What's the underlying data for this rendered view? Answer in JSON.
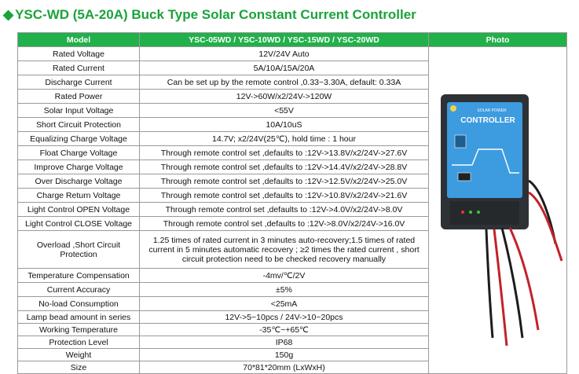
{
  "title": {
    "marker": "◆",
    "text": "YSC-WD (5A-20A) Buck Type Solar Constant Current Controller"
  },
  "table": {
    "headers": {
      "model": "Model",
      "spec": "YSC-05WD / YSC-10WD / YSC-15WD / YSC-20WD",
      "photo": "Photo"
    },
    "rows": [
      {
        "param": "Rated Voltage",
        "value": "12V/24V Auto"
      },
      {
        "param": "Rated Current",
        "value": "5A/10A/15A/20A"
      },
      {
        "param": "Discharge Current",
        "value": "Can be set up by the remote control ,0.33~3.30A, default: 0.33A"
      },
      {
        "param": "Rated Power",
        "value": "12V->60W/x2/24V->120W"
      },
      {
        "param": "Solar Input Voltage",
        "value": "<55V"
      },
      {
        "param": "Short Circuit Protection",
        "value": "10A/10uS"
      },
      {
        "param": "Equalizing Charge Voltage",
        "value": "14.7V; x2/24V(25℃), hold time : 1 hour"
      },
      {
        "param": "Float Charge Voltage",
        "value": "Through remote control set ,defaults to :12V->13.8V/x2/24V->27.6V"
      },
      {
        "param": "Improve Charge Voltage",
        "value": "Through remote control set ,defaults to :12V->14.4V/x2/24V->28.8V"
      },
      {
        "param": "Over Discharge Voltage",
        "value": "Through remote control set ,defaults to :12V->12.5V/x2/24V->25.0V"
      },
      {
        "param": "Charge Return Voltage",
        "value": "Through remote control set ,defaults to :12V->10.8V/x2/24V->21.6V"
      },
      {
        "param": "Light Control OPEN Voltage",
        "value": "Through remote control set ,defaults to :12V->4.0V/x2/24V->8.0V"
      },
      {
        "param": "Light Control CLOSE Voltage",
        "value": "Through remote control set ,defaults to :12V->8.0V/x2/24V->16.0V"
      },
      {
        "param": "Overload ,Short Circuit Protection",
        "value": "1.25 times of rated current in 3 minutes auto-recovery;1.5 times of rated current in 5 minutes automatic recovery ; ≥2 times the rated current , short circuit protection need to be checked recovery manually"
      },
      {
        "param": "Temperature Compensation",
        "value": "-4mv/℃/2V"
      },
      {
        "param": "Current Accuracy",
        "value": "±5%"
      },
      {
        "param": "No-load Consumption",
        "value": "<25mA"
      },
      {
        "param": "Lamp bead amount in series",
        "value": "12V->5~10pcs / 24V->10~20pcs"
      },
      {
        "param": "Working Temperature",
        "value": "-35℃~+65℃"
      },
      {
        "param": "Protection Level",
        "value": "IP68"
      },
      {
        "param": "Weight",
        "value": "150g"
      },
      {
        "param": "Size",
        "value": "70*81*20mm (LxWxH)"
      }
    ]
  },
  "photo": {
    "label_line1": "SOLAR POWER",
    "label_line2": "CONTROLLER",
    "colors": {
      "housing": "#2e3135",
      "panel": "#3d9be0",
      "wire_red": "#c1232a",
      "wire_black": "#1c1c1c"
    }
  }
}
